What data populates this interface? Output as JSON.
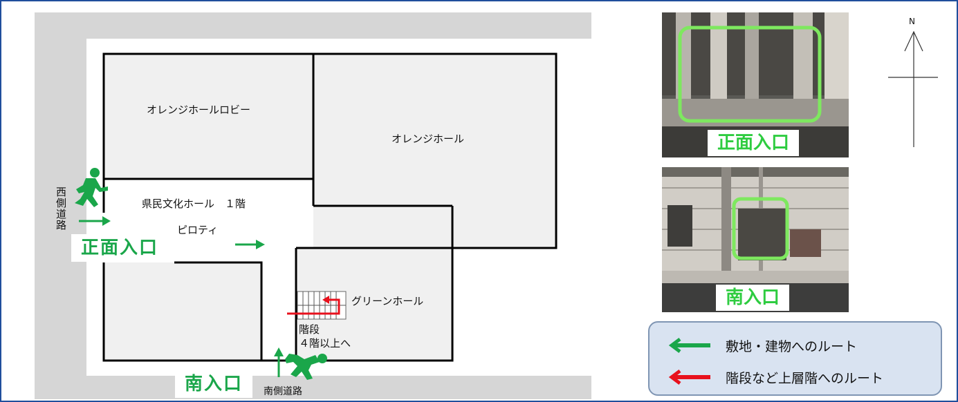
{
  "map": {
    "areas": {
      "orange_hall_lobby": "オレンジホールロビー",
      "orange_hall": "オレンジホール",
      "kenmin_hall": "県民文化ホール　１階",
      "piloti": "ピロティ",
      "green_hall": "グリーンホール",
      "stairs": "階段",
      "stairs_note": "４階以上へ"
    },
    "roads": {
      "west": "西側道路",
      "south": "南側道路"
    },
    "entrances": {
      "front": "正面入口",
      "south": "南入口"
    }
  },
  "photos": [
    {
      "caption": "正面入口",
      "icon": "front-entrance-photo"
    },
    {
      "caption": "南入口",
      "icon": "south-entrance-photo"
    }
  ],
  "compass": {
    "north": "N"
  },
  "legend": {
    "items": [
      {
        "label": "敷地・建物へのルート",
        "color": "#1aa64a"
      },
      {
        "label": "階段など上層階へのルート",
        "color": "#e8111d"
      }
    ]
  },
  "colors": {
    "route_green": "#1aa64a",
    "route_red": "#e8111d",
    "highlight": "#7ee85f",
    "frame": "#1f4e9c"
  }
}
